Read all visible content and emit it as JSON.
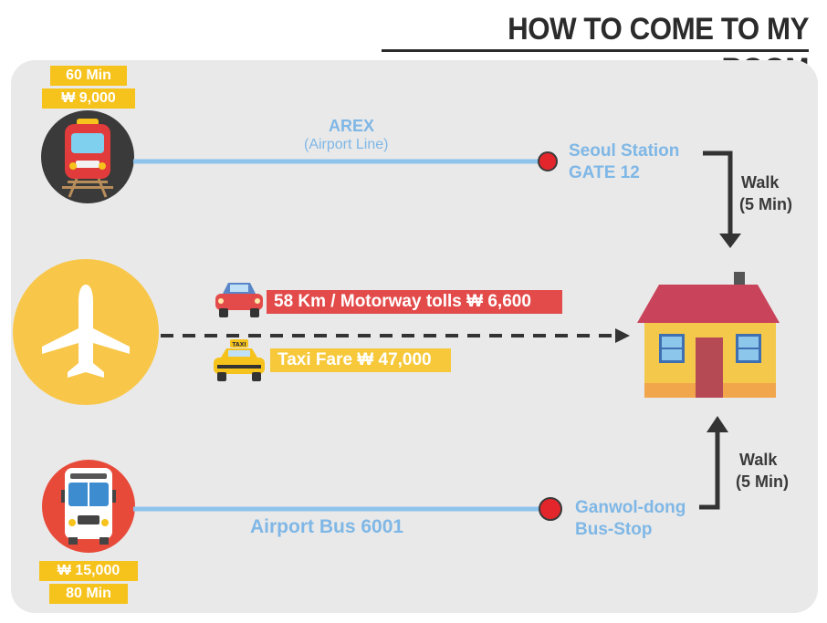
{
  "title": "HOW TO COME TO MY ROOM",
  "train": {
    "time": "60 Min",
    "price": "₩ 9,000",
    "line_name": "AREX",
    "line_sub": "(Airport Line)",
    "station_line1": "Seoul Station",
    "station_line2": "GATE 12",
    "walk_line1": "Walk",
    "walk_line2": "(5 Min)"
  },
  "car": {
    "tolls": "58 Km / Motorway tolls  ₩ 6,600",
    "taxi_fare": "Taxi Fare  ₩ 47,000",
    "taxi_sign": "TAXI"
  },
  "bus": {
    "price": "₩ 15,000",
    "time": "80 Min",
    "line_name": "Airport Bus 6001",
    "stop_line1": "Ganwol-dong",
    "stop_line2": "Bus-Stop",
    "walk_line1": "Walk",
    "walk_line2": "(5 Min)"
  },
  "colors": {
    "yellow": "#f6c21c",
    "blue_line": "#8ec3ec",
    "red_dot": "#e3262b",
    "red_pill": "#e34b4b",
    "yellow_pill": "#f6c83a",
    "dark": "#2f2f2f"
  },
  "icons": [
    "train-icon",
    "airplane-icon",
    "bus-icon",
    "car-icon",
    "taxi-icon",
    "house-icon"
  ]
}
